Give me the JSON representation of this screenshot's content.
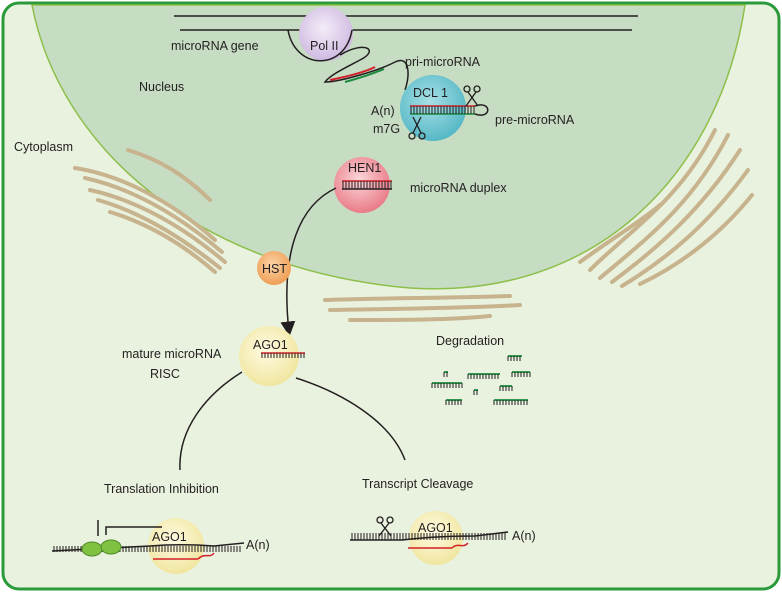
{
  "labels": {
    "microrna_gene": "microRNA gene",
    "pol_ii": "Pol II",
    "pri_microrna": "pri-microRNA",
    "nucleus": "Nucleus",
    "polya": "A(n)",
    "dcl1": "DCL 1",
    "pre_microrna": "pre-microRNA",
    "m7g": "m7G",
    "cytoplasm": "Cytoplasm",
    "hen1": "HEN1",
    "microrna_duplex": "microRNA duplex",
    "hst": "HST",
    "ago1": "AGO1",
    "mature_microrna": "mature microRNA",
    "risc": "RISC",
    "degradation": "Degradation",
    "translation_inhibition": "Translation Inhibition",
    "transcript_cleavage": "Transcript Cleavage",
    "ago1_left": "AGO1",
    "ago1_right": "AGO1",
    "polya_left": "A(n)",
    "polya_right": "A(n)"
  },
  "colors": {
    "frame_border": "#2a9a3a",
    "cell_fill": "#e8f2dd",
    "nucleus_fill": "#c6dcc3",
    "nucleus_border": "#8dbf4a",
    "pol_ii": "#d7c6e4",
    "dcl1": "#6cc3cf",
    "hen1": "#ef8c95",
    "hst": "#f2aa68",
    "ago1": "#f7f0b6",
    "er": "#c7b38d",
    "rna_red": "#d3202a",
    "rna_green": "#1a8a3c"
  }
}
